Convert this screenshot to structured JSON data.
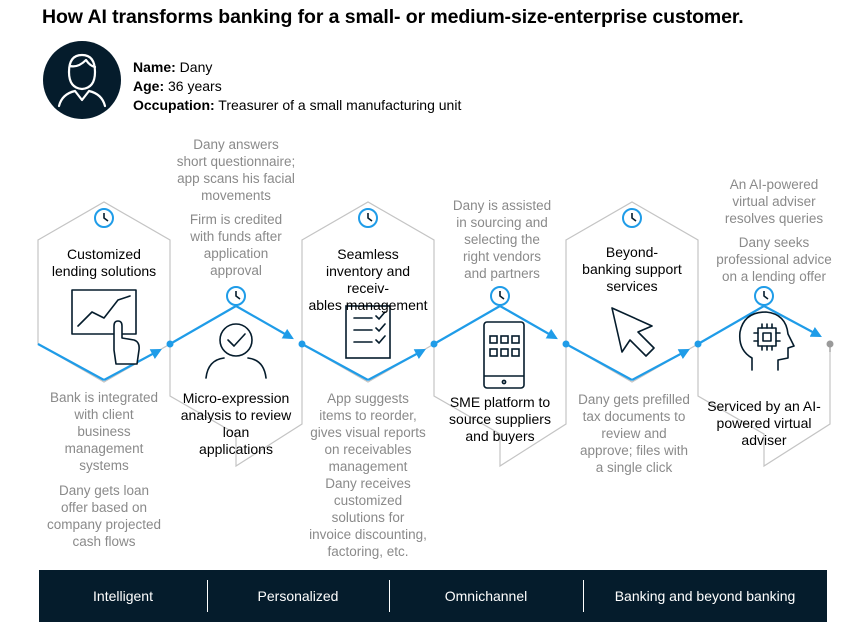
{
  "title": "How AI transforms banking for a small- or medium-size-enterprise customer.",
  "profile": {
    "name_label": "Name:",
    "name": " Dany",
    "age_label": "Age:",
    "age": " 36 years",
    "occupation_label": "Occupation:",
    "occupation": " Treasurer of a small manufacturing unit"
  },
  "stages": [
    {
      "title_lines": [
        "Customized",
        "lending solutions"
      ],
      "notes": [
        [
          "Bank is integrated",
          "with client",
          "business",
          "management",
          "systems"
        ],
        [
          "Dany gets loan",
          "offer based on",
          "company projected",
          "cash flows"
        ]
      ]
    },
    {
      "title_lines": [
        "Micro-expression",
        "analysis to review loan",
        "applications"
      ],
      "notes": [
        [
          "Dany answers",
          "short questionnaire;",
          "app scans his facial",
          "movements"
        ],
        [
          "Firm is credited",
          "with funds after",
          "application",
          "approval"
        ]
      ]
    },
    {
      "title_lines": [
        "Seamless",
        "inventory and receiv-",
        "ables management"
      ],
      "notes": [
        [
          "App suggests",
          "items to reorder,",
          "gives visual reports",
          "on receivables",
          "management"
        ],
        [
          "Dany receives",
          "customized",
          "solutions for",
          "invoice discounting,",
          "factoring, etc."
        ]
      ]
    },
    {
      "title_lines": [
        "SME platform to",
        "source suppliers",
        "and buyers"
      ],
      "notes": [
        [
          "Dany is assisted",
          "in sourcing and",
          "selecting the",
          "right vendors",
          "and partners"
        ]
      ]
    },
    {
      "title_lines": [
        "Beyond-",
        "banking support",
        "services"
      ],
      "notes": [
        [
          "Dany gets prefilled",
          "tax documents to",
          "review and",
          "approve; files with",
          "a single click"
        ]
      ]
    },
    {
      "title_lines": [
        "Serviced by an AI-",
        "powered virtual",
        "adviser"
      ],
      "notes": [
        [
          "An AI-powered",
          "virtual adviser",
          "resolves queries"
        ],
        [
          "Dany seeks",
          "professional advice",
          "on a lending offer"
        ]
      ]
    }
  ],
  "footer": [
    "Intelligent",
    "Personalized",
    "Omnichannel",
    "Banking and beyond banking"
  ],
  "colors": {
    "navy": "#051c2c",
    "blue": "#1f9ce8",
    "hex_stroke": "#c4c4c4",
    "note_gray": "#8a8a8a"
  },
  "icons": [
    "user-avatar-icon",
    "clock-icon",
    "touch-chart-icon",
    "face-check-icon",
    "checklist-icon",
    "tablet-grid-icon",
    "cursor-arrow-icon",
    "ai-head-chip-icon"
  ]
}
